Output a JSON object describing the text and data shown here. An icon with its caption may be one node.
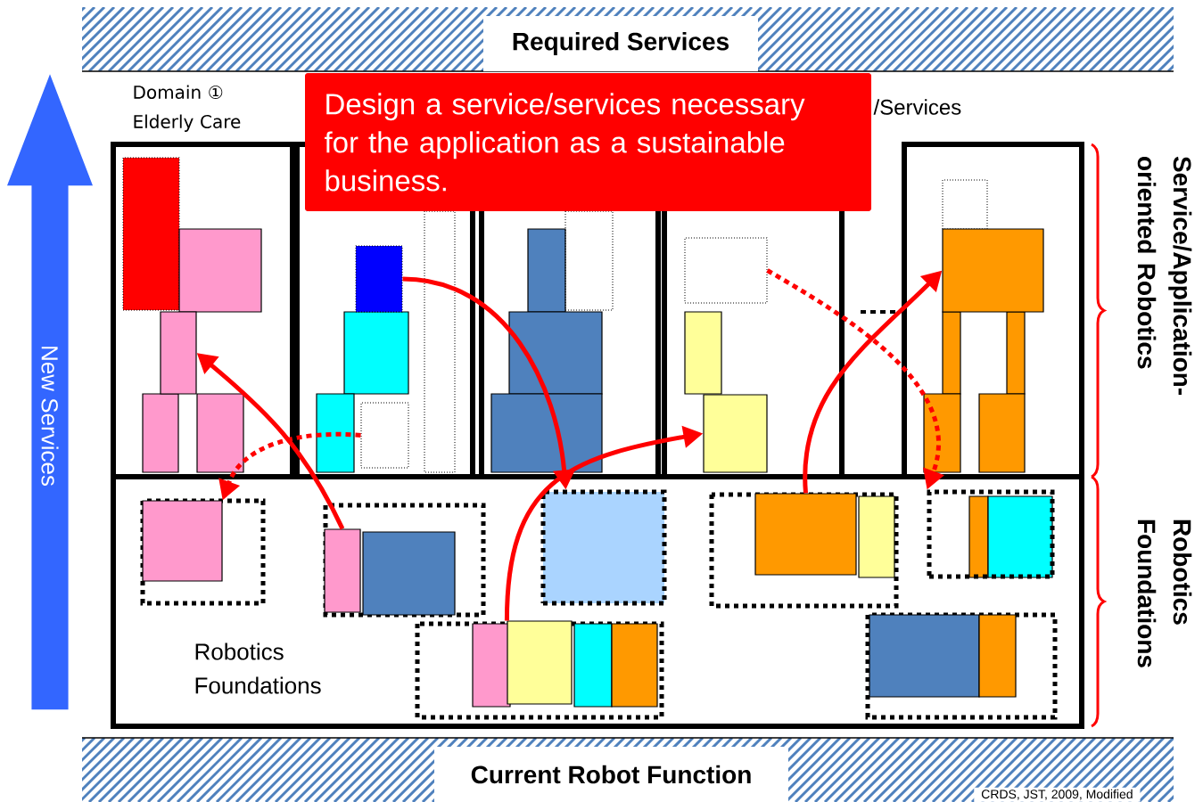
{
  "diagram": {
    "nodes": [
      {
        "text": [
          "Required Services"
        ]
      },
      {
        "text": [
          "Design a service/services necessary for the application as a sustainable business."
        ]
      },
      {
        "text": [
          "New Services"
        ]
      },
      {
        "text": [],
        "shape": "box"
      },
      {
        "text": [],
        "shape": "box"
      },
      {
        "text": [],
        "shape": "box"
      },
      {
        "text": [],
        "shape": "box"
      },
      {
        "text": [],
        "shape": "box"
      },
      {
        "text": [],
        "shape": "box"
      },
      {
        "text": [
          "Robotics Foundations"
        ]
      },
      {
        "text": [],
        "shape": "box",
        "in": 9
      },
      {
        "text": [],
        "shape": "box",
        "in": 9
      },
      {
        "text": [],
        "shape": "box",
        "in": 9
      },
      {
        "text": [],
        "shape": "box",
        "in": 9
      },
      {
        "text": [],
        "shape": "box",
        "in": 9
      },
      {
        "text": [],
        "shape": "box",
        "in": 9
      },
      {
        "text": [
          "Current Robot Function"
        ]
      }
    ],
    "edges": [
      {
        "from": 11,
        "to": 3,
        "arrow": "to"
      },
      {
        "from": 5,
        "to": 10,
        "arrow": "to",
        "style": "dashed"
      },
      {
        "from": 4,
        "to": 12,
        "arrow": "to"
      },
      {
        "from": 13,
        "to": 7,
        "arrow": "to"
      },
      {
        "from": 14,
        "to": 8,
        "arrow": "to"
      },
      {
        "from": 6,
        "to": 15,
        "arrow": "to",
        "style": "dashed"
      }
    ],
    "labels": [
      "Domain ① Elderly Care",
      "/Services",
      "Service/Application-oriented Robotics",
      "Robotics Foundations",
      "CRDS, JST, 2009, Modified"
    ]
  }
}
